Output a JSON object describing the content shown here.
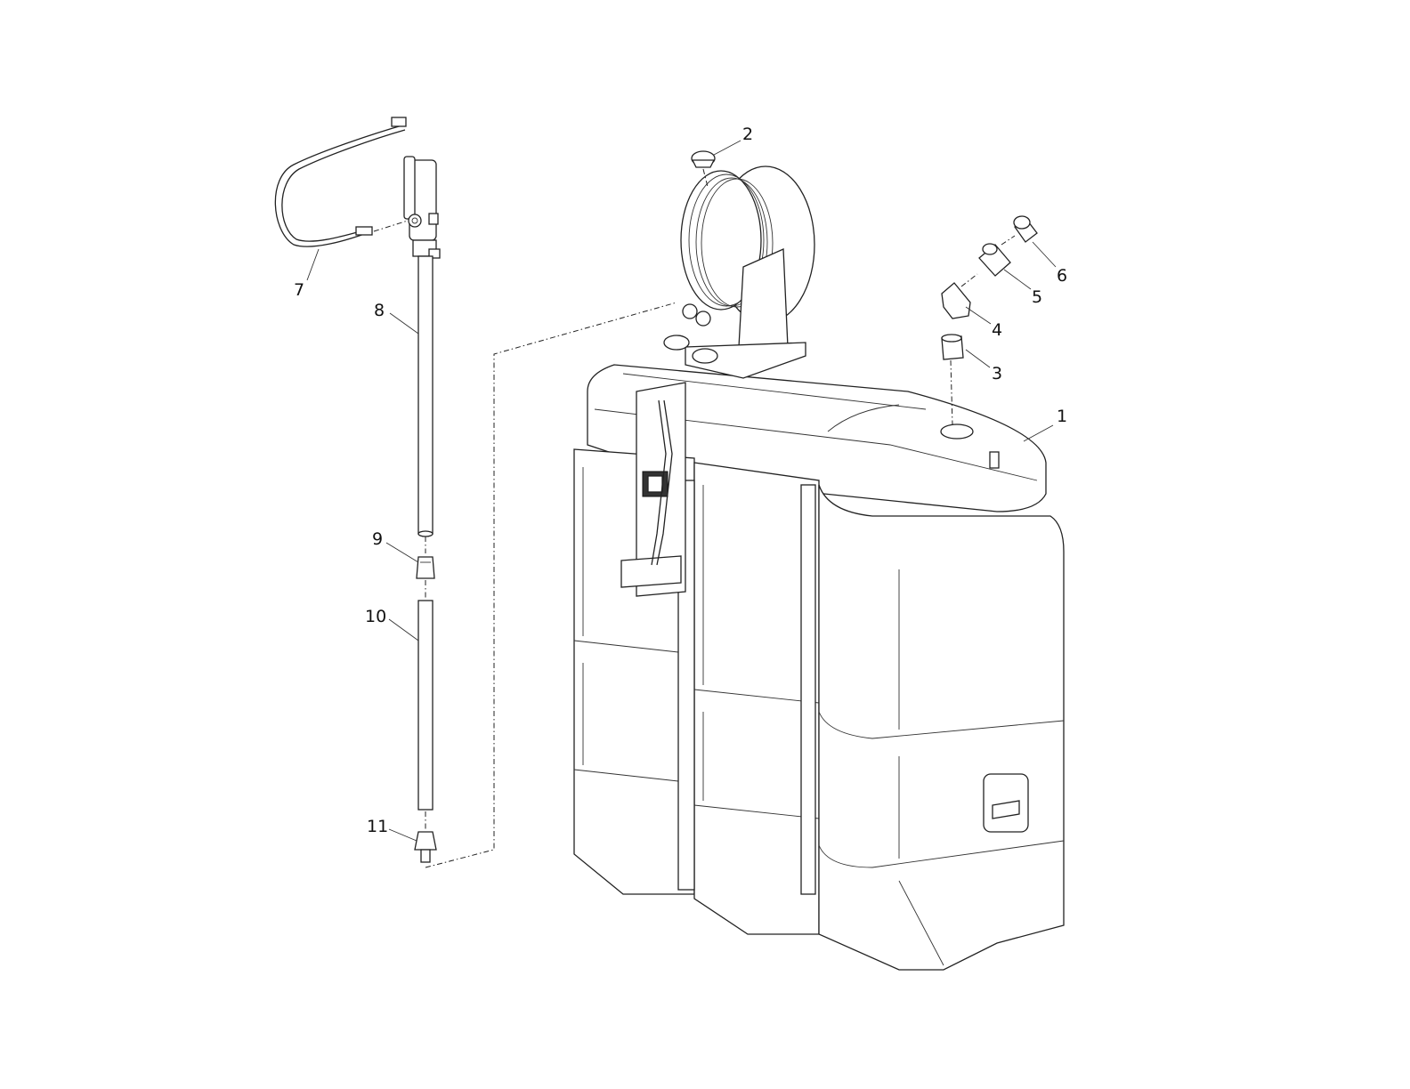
{
  "diagram": {
    "type": "exploded parts view",
    "callouts": [
      "1",
      "2",
      "3",
      "4",
      "5",
      "6",
      "7",
      "8",
      "9",
      "10",
      "11"
    ]
  },
  "colors": {
    "line": "#222222",
    "background": "#ffffff"
  }
}
